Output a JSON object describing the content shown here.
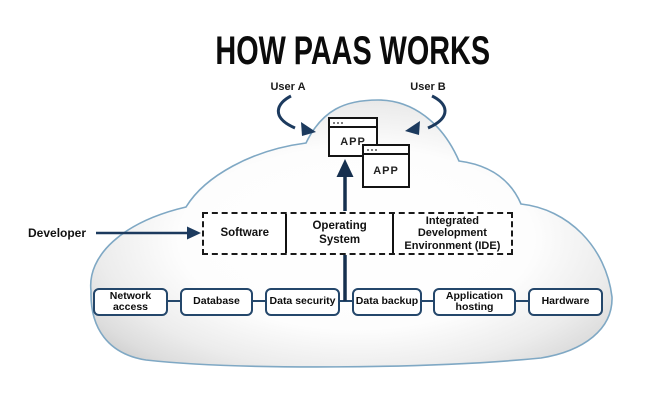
{
  "title": "HOW PAAS WORKS",
  "labels": {
    "user_a": "User A",
    "user_b": "User B",
    "developer": "Developer"
  },
  "app_windows": [
    {
      "label": "APP"
    },
    {
      "label": "APP"
    }
  ],
  "platform": {
    "sections": [
      {
        "label": "Software"
      },
      {
        "label": "Operating System"
      },
      {
        "label": "Integrated Development Environment (IDE)"
      }
    ]
  },
  "infrastructure": {
    "items": [
      {
        "label": "Network access"
      },
      {
        "label": "Database"
      },
      {
        "label": "Data security"
      },
      {
        "label": "Data backup"
      },
      {
        "label": "Application hosting"
      },
      {
        "label": "Hardware"
      }
    ]
  },
  "icons": {
    "cloud": "cloud-shape",
    "up_arrow": "up-arrow",
    "developer_arrow": "right-arrow",
    "user_a_arrow": "curved-arrow-down-right",
    "user_b_arrow": "curved-arrow-down-left",
    "window_dots": "window-menu-dots"
  },
  "colors": {
    "arrow_navy": "#1c3a5e",
    "cloud_stroke": "#7fa8c4",
    "infra_border": "#24476b",
    "dashed_border": "#1a1a1a",
    "text": "#111111"
  }
}
